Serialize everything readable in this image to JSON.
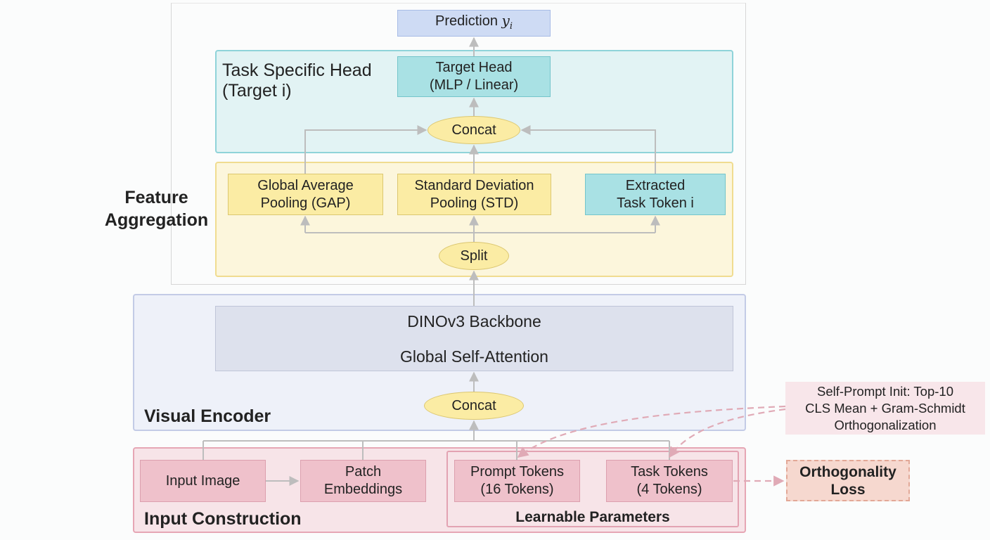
{
  "colors": {
    "head_region": "#e2f3f4",
    "head_border": "#8fd3d9",
    "agg_region": "#fcf6dc",
    "agg_border": "#f0dc90",
    "encoder_region": "#eef1f9",
    "encoder_border": "#c3cbe6",
    "input_region": "#f7e4e8",
    "input_border": "#e6a6b4",
    "yellow_box": "#fbeca4",
    "teal_box": "#a9e1e4",
    "blue_box": "#cedbf4",
    "backbone_box": "#dde1ed",
    "pink_box": "#efc1cb",
    "arrow": "#bdbdbd",
    "dashed_arrow": "#e0aab6"
  },
  "prediction": {
    "text": "Prediction ",
    "var": "y",
    "sub": "i"
  },
  "task_head": {
    "label_line1": "Task Specific Head",
    "label_line2": "(Target i)",
    "target_head_line1": "Target Head",
    "target_head_line2": "(MLP / Linear)",
    "concat": "Concat"
  },
  "feature_aggregation": {
    "label_line1": "Feature",
    "label_line2": "Aggregation",
    "gap_line1": "Global Average",
    "gap_line2": "Pooling (GAP)",
    "std_line1": "Standard Deviation",
    "std_line2": "Pooling (STD)",
    "token_line1": "Extracted",
    "token_line2": "Task Token i",
    "split": "Split"
  },
  "visual_encoder": {
    "label": "Visual Encoder",
    "backbone_line1": "DINOv3 Backbone",
    "backbone_line2": "Global Self-Attention",
    "concat": "Concat"
  },
  "input_construction": {
    "label": "Input Construction",
    "input_image": "Input Image",
    "patch_line1": "Patch",
    "patch_line2": "Embeddings",
    "prompt_line1": "Prompt Tokens",
    "prompt_line2": "(16 Tokens)",
    "task_line1": "Task Tokens",
    "task_line2": "(4 Tokens)",
    "learnable": "Learnable Parameters"
  },
  "self_prompt_note": {
    "line1": "Self-Prompt Init: Top-10",
    "line2": "CLS Mean + Gram-Schmidt",
    "line3": "Orthogonalization"
  },
  "orthogonality_loss": {
    "line1": "Orthogonality",
    "line2": "Loss"
  }
}
